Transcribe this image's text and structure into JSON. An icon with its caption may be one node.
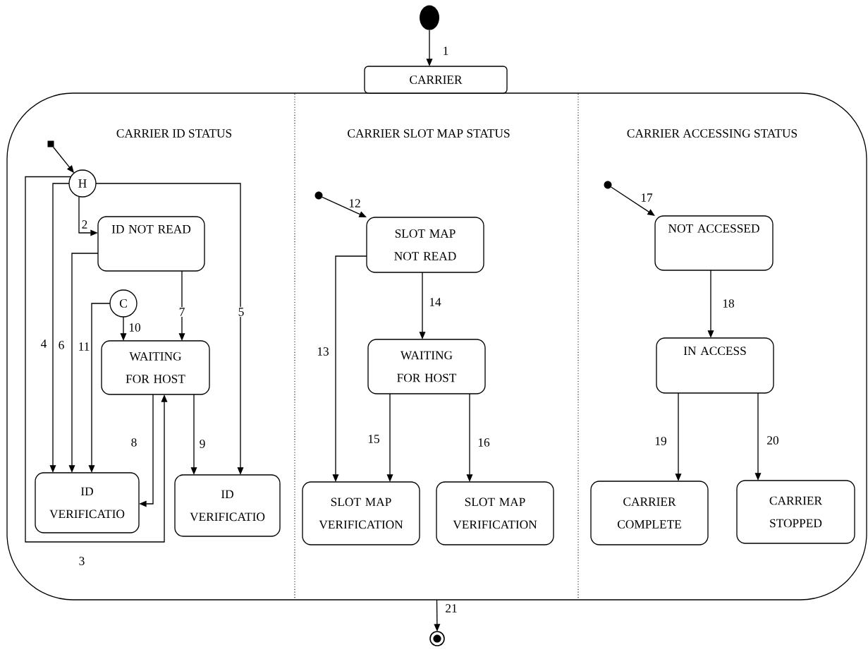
{
  "diagram": {
    "nodes": [
      {
        "text": [],
        "shape": "circle"
      },
      {
        "text": [
          "CARRIER"
        ]
      },
      {
        "text": [],
        "shape": "box",
        "in": 1
      },
      {
        "text": [
          "H"
        ],
        "in": 1
      },
      {
        "text": [
          "ID NOT READ"
        ],
        "in": 1
      },
      {
        "text": [
          "C"
        ],
        "in": 1
      },
      {
        "text": [
          "WAITING FOR HOST"
        ],
        "in": 1
      },
      {
        "text": [
          "ID VERIFICATIO"
        ],
        "in": 1
      },
      {
        "text": [
          "ID VERIFICATIO"
        ],
        "in": 1
      },
      {
        "text": [],
        "shape": "circle",
        "in": 1
      },
      {
        "text": [
          "SLOT MAP NOT READ"
        ],
        "in": 1
      },
      {
        "text": [
          "WAITING FOR HOST"
        ],
        "in": 1
      },
      {
        "text": [
          "SLOT MAP VERIFICATION"
        ],
        "in": 1
      },
      {
        "text": [
          "SLOT MAP VERIFICATION"
        ],
        "in": 1
      },
      {
        "text": [],
        "shape": "circle",
        "in": 1
      },
      {
        "text": [
          "NOT ACCESSED"
        ],
        "in": 1
      },
      {
        "text": [
          "IN ACCESS"
        ],
        "in": 1
      },
      {
        "text": [
          "CARRIER COMPLETE"
        ],
        "in": 1
      },
      {
        "text": [
          "CARRIER STOPPED"
        ],
        "in": 1
      },
      {
        "text": [],
        "shape": "bullseye"
      }
    ],
    "edges": [
      {
        "from": 0,
        "to": 1,
        "arrow": "to",
        "label": "1"
      },
      {
        "from": 2,
        "to": 3,
        "arrow": "to"
      },
      {
        "from": 3,
        "to": 4,
        "arrow": "to",
        "label": "2"
      },
      {
        "from": 3,
        "to": 6,
        "arrow": "to",
        "label": "3"
      },
      {
        "from": 3,
        "to": 7,
        "arrow": "to",
        "label": "4"
      },
      {
        "from": 3,
        "to": 8,
        "arrow": "to",
        "label": "5"
      },
      {
        "from": 4,
        "to": 7,
        "arrow": "to",
        "label": "6"
      },
      {
        "from": 4,
        "to": 6,
        "arrow": "to",
        "label": "7"
      },
      {
        "from": 6,
        "to": 7,
        "arrow": "to",
        "label": "8"
      },
      {
        "from": 6,
        "to": 8,
        "arrow": "to",
        "label": "9"
      },
      {
        "from": 5,
        "to": 6,
        "arrow": "to",
        "label": "10"
      },
      {
        "from": 5,
        "to": 7,
        "arrow": "to",
        "label": "11"
      },
      {
        "from": 9,
        "to": 10,
        "arrow": "to",
        "label": "12"
      },
      {
        "from": 10,
        "to": 12,
        "arrow": "to",
        "label": "13"
      },
      {
        "from": 10,
        "to": 11,
        "arrow": "to",
        "label": "14"
      },
      {
        "from": 11,
        "to": 12,
        "arrow": "to",
        "label": "15"
      },
      {
        "from": 11,
        "to": 13,
        "arrow": "to",
        "label": "16"
      },
      {
        "from": 14,
        "to": 15,
        "arrow": "to",
        "label": "17"
      },
      {
        "from": 15,
        "to": 16,
        "arrow": "to",
        "label": "18"
      },
      {
        "from": 16,
        "to": 17,
        "arrow": "to",
        "label": "19"
      },
      {
        "from": 16,
        "to": 18,
        "arrow": "to",
        "label": "20"
      },
      {
        "from": 1,
        "to": 19,
        "arrow": "to",
        "label": "21"
      }
    ],
    "labels": [
      "CARRIER ID STATUS",
      "CARRIER SLOT MAP STATUS",
      "CARRIER ACCESSING STATUS"
    ]
  }
}
